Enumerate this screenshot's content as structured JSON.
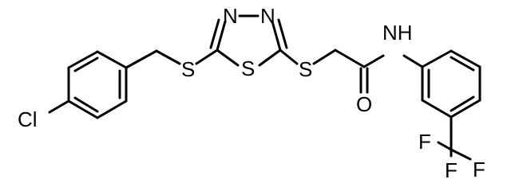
{
  "structure": {
    "atom_labels": {
      "cl": "Cl",
      "s_left": "S",
      "s_ring": "S",
      "s_right": "S",
      "n_left": "N",
      "n_right": "N",
      "nh": "NH",
      "o": "O",
      "f_top": "F",
      "f_left": "F",
      "f_right": "F"
    }
  }
}
